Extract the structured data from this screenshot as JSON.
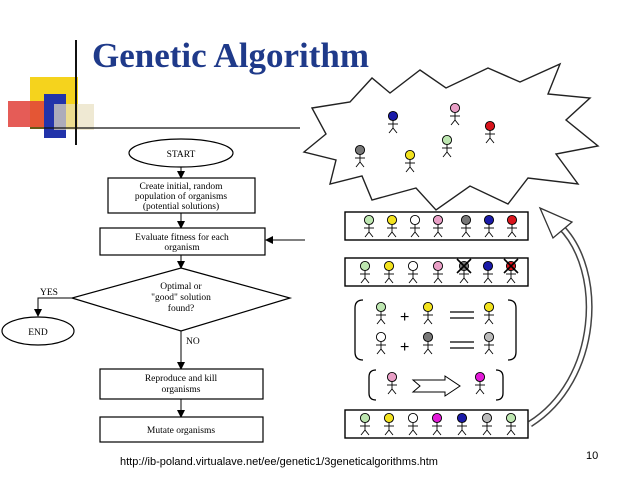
{
  "slide": {
    "title": "Genetic Algorithm",
    "footer_url": "http://ib-poland.virtualave.net/ee/genetic1/3geneticalgorithms.htm",
    "page_number": "10"
  },
  "flowchart": {
    "start": "START",
    "create": [
      "Create initial, random",
      "population of organisms",
      "(potential solutions)"
    ],
    "evaluate": [
      "Evaluate fitness for each",
      "organism"
    ],
    "decision": [
      "Optimal or",
      "\"good\" solution",
      "found?"
    ],
    "yes": "YES",
    "no": "NO",
    "end": "END",
    "reproduce": [
      "Reproduce and kill",
      "organisms"
    ],
    "mutate": "Mutate organisms"
  },
  "colors": {
    "title": "#1f3a8a",
    "deco_yellow": "#f5d31d",
    "deco_red": "#e0403a",
    "deco_blue": "#2233aa",
    "organism_green": "#bde6b0",
    "organism_yellow": "#f2e21e",
    "organism_white": "#ffffff",
    "organism_pink": "#e99fc6",
    "organism_gray": "#777777",
    "organism_blue": "#1a1aa8",
    "organism_red": "#d8141c",
    "organism_magenta": "#e21ad8",
    "organism_lightgray": "#bbbbbb"
  },
  "icons": [
    "organism-icon",
    "arrow-icon"
  ]
}
